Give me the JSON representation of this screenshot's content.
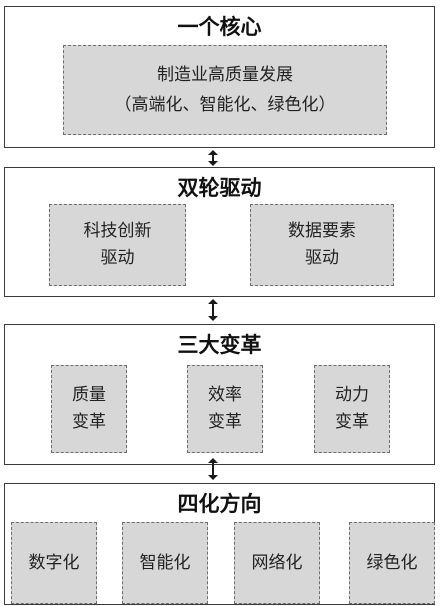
{
  "sections": [
    {
      "title": "一个核心",
      "boxes": [
        {
          "lines": [
            "制造业高质量发展",
            "（高端化、智能化、绿色化）"
          ]
        }
      ]
    },
    {
      "title": "双轮驱动",
      "boxes": [
        {
          "lines": [
            "科技创新",
            "驱动"
          ]
        },
        {
          "lines": [
            "数据要素",
            "驱动"
          ]
        }
      ]
    },
    {
      "title": "三大变革",
      "boxes": [
        {
          "lines": [
            "质量",
            "变革"
          ]
        },
        {
          "lines": [
            "效率",
            "变革"
          ]
        },
        {
          "lines": [
            "动力",
            "变革"
          ]
        }
      ]
    },
    {
      "title": "四化方向",
      "boxes": [
        {
          "lines": [
            "数字化"
          ]
        },
        {
          "lines": [
            "智能化"
          ]
        },
        {
          "lines": [
            "网络化"
          ]
        },
        {
          "lines": [
            "绿色化"
          ]
        }
      ]
    }
  ],
  "colors": {
    "section_border": "#3a3a3a",
    "box_fill": "#d7d7d7",
    "box_border": "#6e6e6e",
    "arrow": "#1a1a1a"
  }
}
